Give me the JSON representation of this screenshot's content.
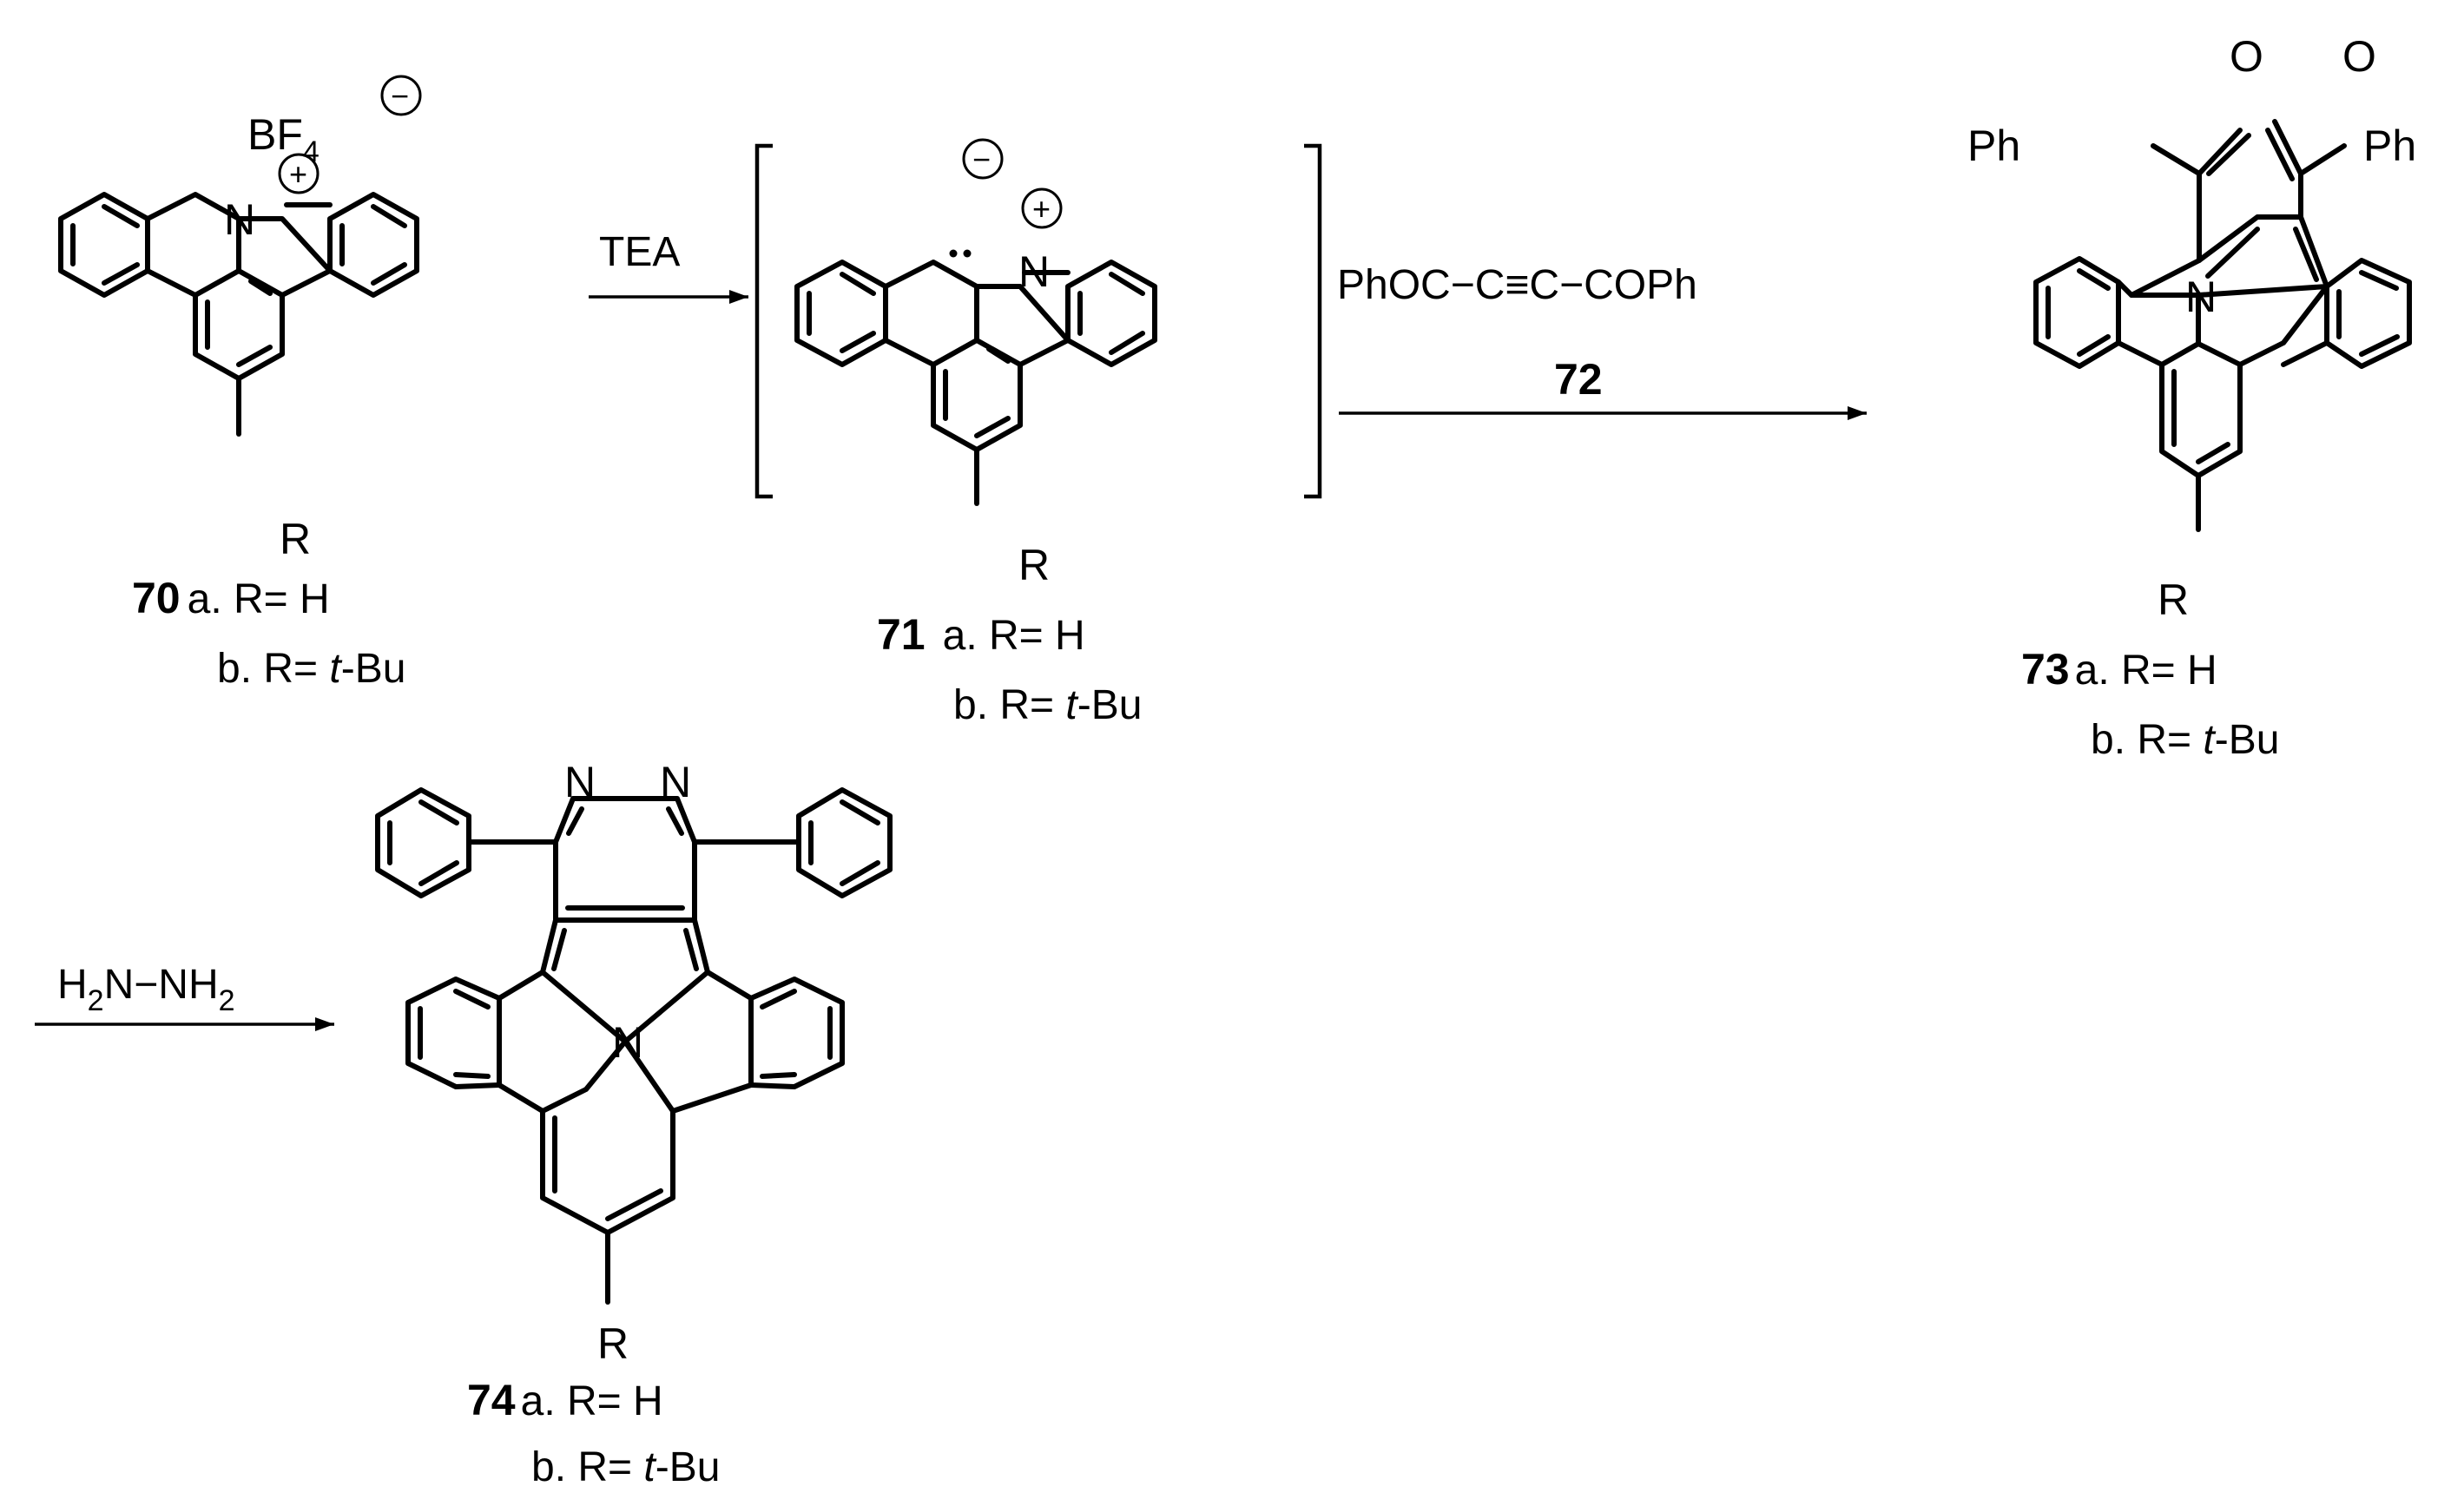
{
  "atoms": {
    "nitrogen": "N",
    "bf4": "BF",
    "bf4_sub": "4",
    "r_group": "R",
    "oxygen": "O",
    "phenyl": "Ph",
    "plus": "+",
    "minus": "−"
  },
  "compounds": {
    "c70": {
      "number": "70",
      "a": "a. R= H",
      "b_prefix": "b. R= ",
      "b_italic": "t",
      "b_suffix": "-Bu"
    },
    "c71": {
      "number": "71",
      "a": "a. R= H",
      "b_prefix": "b. R= ",
      "b_italic": "t",
      "b_suffix": "-Bu"
    },
    "c73": {
      "number": "73",
      "a": "a. R= H",
      "b_prefix": "b. R= ",
      "b_italic": "t",
      "b_suffix": "-Bu"
    },
    "c74": {
      "number": "74",
      "a": "a. R= H",
      "b_prefix": "b. R= ",
      "b_italic": "t",
      "b_suffix": "-Bu"
    }
  },
  "reagents": {
    "step1": "TEA",
    "step2_formula": "PhOC−C≡C−COPh",
    "step2_number": "72",
    "step3_h": "H",
    "step3_sub1": "2",
    "step3_mid": "N−NH",
    "step3_sub2": "2"
  },
  "colors": {
    "ink": "#000000",
    "background": "#ffffff"
  }
}
